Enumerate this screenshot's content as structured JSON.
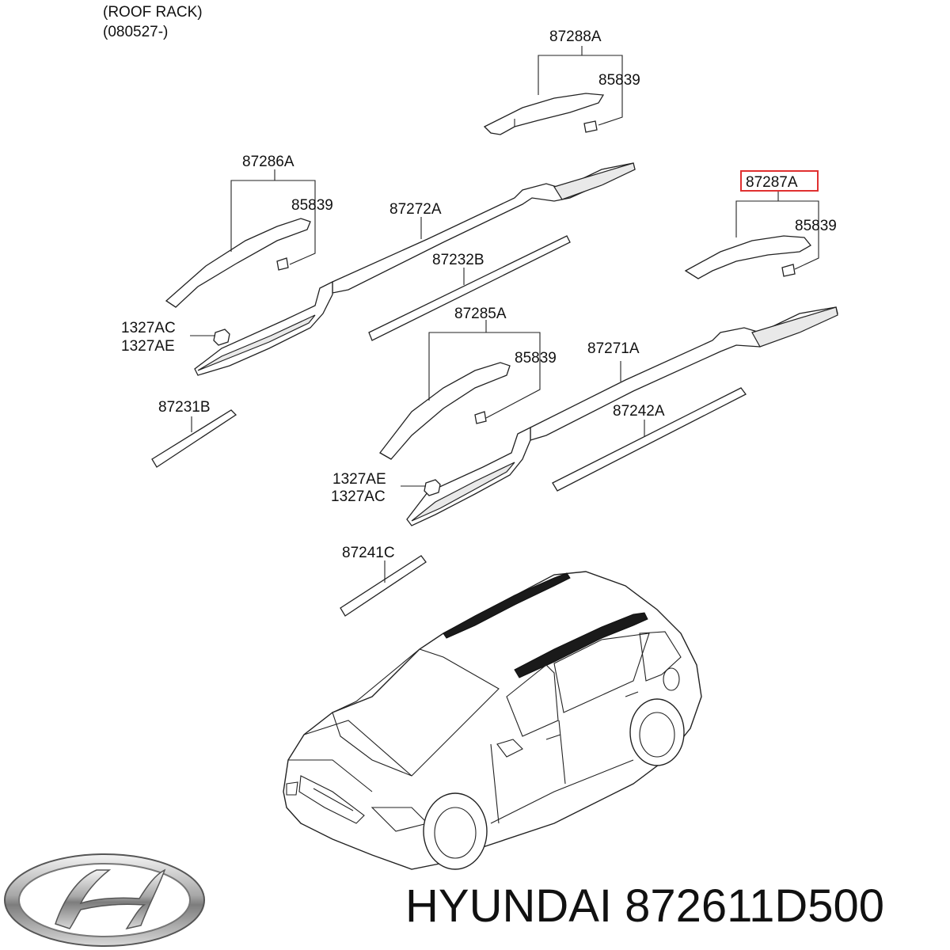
{
  "header": {
    "title": "(ROOF RACK)",
    "code": "(080527-)"
  },
  "labels": {
    "p87288A": "87288A",
    "p85839_a": "85839",
    "p87286A": "87286A",
    "p85839_b": "85839",
    "p87272A": "87272A",
    "p87287A": "87287A",
    "p85839_c": "85839",
    "p87232B": "87232B",
    "p1327AC_a": "1327AC",
    "p1327AE_a": "1327AE",
    "p87285A": "87285A",
    "p85839_d": "85839",
    "p87271A": "87271A",
    "p87231B": "87231B",
    "p87242A": "87242A",
    "p1327AE_b": "1327AE",
    "p1327AC_b": "1327AC",
    "p87241C": "87241C"
  },
  "highlight": {
    "part": "87287A",
    "color": "#e03030"
  },
  "brand": {
    "caption": "HYUNDAI 872611D500",
    "logo_icon": "hyundai-logo-icon"
  }
}
